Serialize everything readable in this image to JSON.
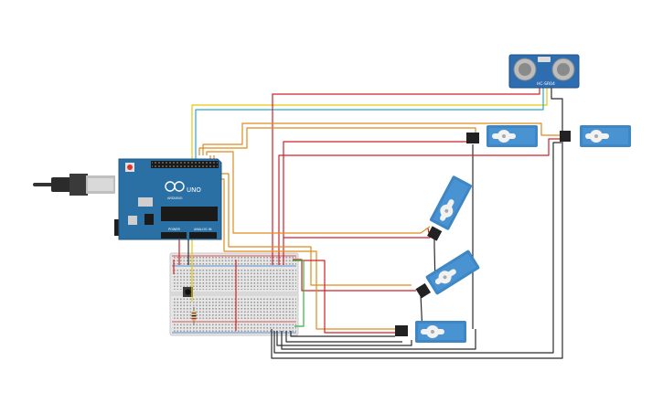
{
  "diagram": {
    "board": {
      "brand": "ARDUINO",
      "model": "UNO",
      "power_label": "POWER",
      "analog_label": "ANALOG IN"
    },
    "sensor": {
      "label": "HC-SR04"
    },
    "colors": {
      "board": "#2a70a4",
      "board_dark": "#1f5783",
      "servo": "#3f86c4",
      "breadboard": "#e7e7e7",
      "rail_red": "#d02020",
      "wire_red": "#d0202a",
      "wire_black": "#2b2b2b",
      "wire_orange": "#e08a1e",
      "wire_yellow": "#e6c800",
      "wire_cyan": "#27a6d6",
      "wire_green": "#35b040"
    }
  }
}
